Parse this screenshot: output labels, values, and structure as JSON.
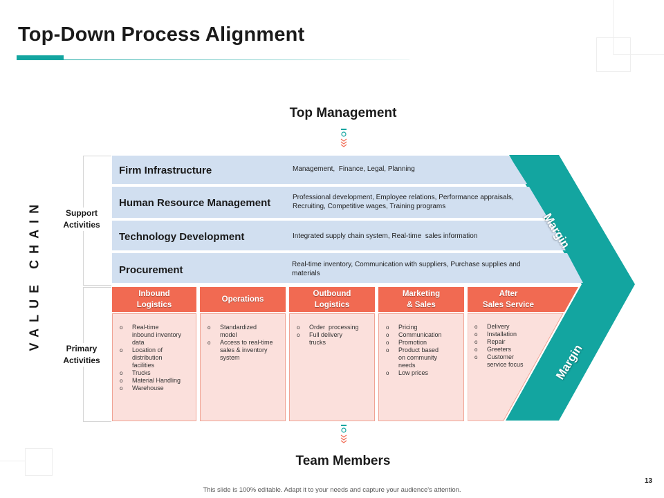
{
  "slide": {
    "title": "Top-Down Process Alignment",
    "page_number": "13",
    "footer": "This slide is 100% editable. Adapt it to your needs and capture your audience's attention."
  },
  "diagram": {
    "top_label": "Top Management",
    "bottom_label": "Team Members",
    "value_chain_label": "VALUE CHAIN",
    "support_label": "Support\nActivities",
    "primary_label": "Primary\nActivities",
    "margin_top": "Margin",
    "margin_bottom": "Margin",
    "support_activities": [
      {
        "title": "Firm Infrastructure",
        "description": "Management,  Finance, Legal, Planning"
      },
      {
        "title": "Human Resource Management",
        "description": "Professional development, Employee  relations, Performance appraisals, Recruiting, Competitive  wages, Training programs"
      },
      {
        "title": "Technology Development",
        "description": "Integrated supply chain system, Real-time  sales information"
      },
      {
        "title": "Procurement",
        "description": "Real-time  inventory, Communication  with suppliers, Purchase supplies and materials"
      }
    ],
    "primary_activities": [
      {
        "title": "Inbound\nLogistics",
        "items": [
          "Real-time inbound inventory data",
          "Location of distribution facilities",
          "Trucks",
          "Material  Handling",
          "Warehouse"
        ]
      },
      {
        "title": "Operations",
        "items": [
          "Standardized model",
          "Access to real-time sales & inventory system"
        ]
      },
      {
        "title": "Outbound\nLogistics",
        "items": [
          "Order  processing",
          "Full delivery trucks"
        ]
      },
      {
        "title": "Marketing\n& Sales",
        "items": [
          "Pricing",
          "Communication",
          "Promotion",
          "Product based on community needs",
          "Low prices"
        ]
      },
      {
        "title": "After\nSales Service",
        "items": [
          "Delivery",
          "Installation",
          "Repair",
          "Greeters",
          "Customer service focus"
        ]
      }
    ],
    "colors": {
      "accent_teal": "#13a5a0",
      "support_fill": "#d1dff0",
      "primary_head": "#f16a52",
      "primary_body": "#fbe0dc"
    }
  }
}
